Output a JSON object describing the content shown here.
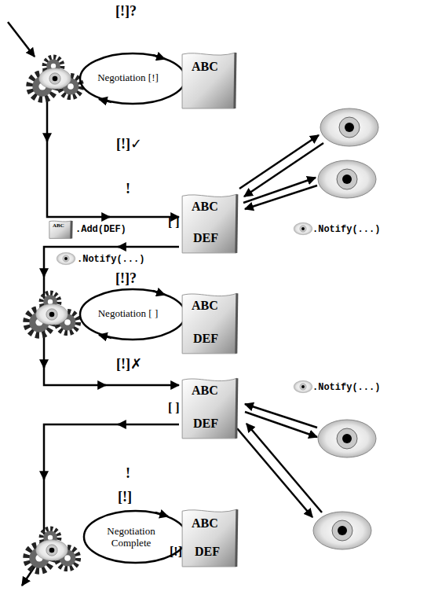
{
  "diagram": {
    "nodes": [
      {
        "text": [
          "Negotiation [!]"
        ]
      },
      {
        "text": [
          "ABC"
        ]
      },
      {
        "text": [
          "ABC",
          "[ ]",
          "DEF"
        ]
      },
      {
        "text": [
          "ABC"
        ]
      },
      {
        "text": [
          "Negotiation [ ]"
        ]
      },
      {
        "text": [
          "ABC",
          "DEF"
        ]
      },
      {
        "text": [
          "ABC",
          "[ ]",
          "DEF"
        ]
      },
      {
        "text": [
          "Negotiation Complete"
        ]
      },
      {
        "text": [
          "ABC",
          "[!]",
          "DEF"
        ]
      }
    ],
    "labels": [
      "[!]?",
      "[!]✓",
      "!",
      ".Add(DEF)",
      ".Notify(...)",
      ".Notify(...)",
      "[!]?",
      "[!]✗",
      ".Notify(...)",
      "!",
      "[!]"
    ]
  }
}
